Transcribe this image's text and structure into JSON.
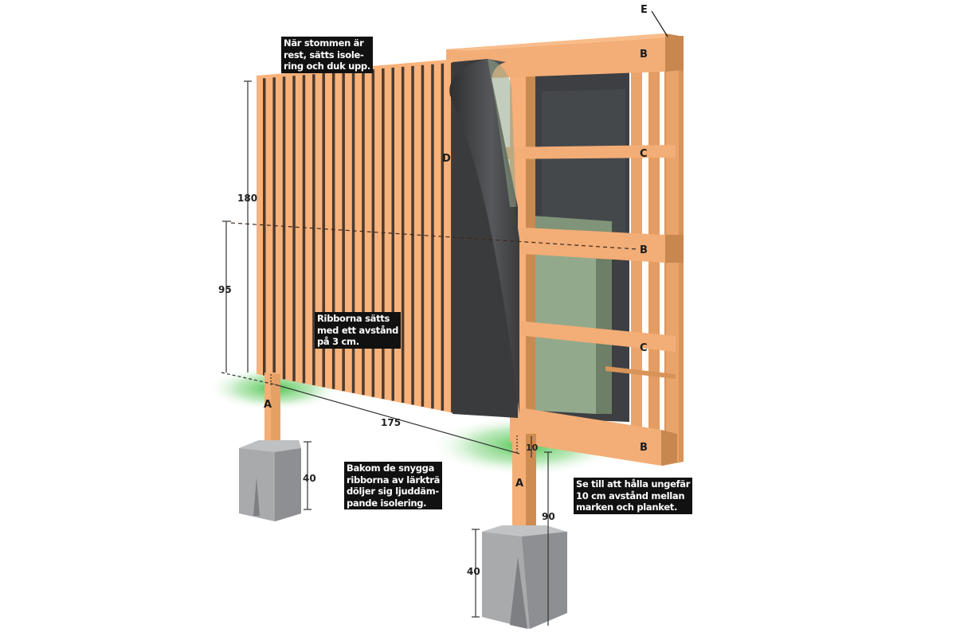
{
  "title": "Plank med ljuddämpande isolering – konstruktionsskiss",
  "colors": {
    "wood_light": "#f9b27a",
    "wood_mid": "#e9a46b",
    "wood_dark": "#b87a45",
    "slat_gap": "#4a3b30",
    "membrane": "#3a3b3d",
    "insulation": "#8fa488",
    "insulation_dark": "#6d7f66",
    "concrete": "#a9aaac",
    "concrete_dark": "#8e8f92",
    "ground_glow": "#3fbf3f",
    "callout_bg": "#111111",
    "callout_text": "#ffffff"
  },
  "parts": {
    "A": "A",
    "B": "B",
    "C": "C",
    "D": "D",
    "E": "E"
  },
  "dimensions": {
    "height_total": "180",
    "height_mid": "95",
    "span": "175",
    "foundation_left": "40",
    "foundation_right": "40",
    "post_below": "90",
    "ground_gap": "10"
  },
  "callouts": {
    "frame": "När stommen är\nrest, sätts isole-\nring och duk upp.",
    "slats": "Ribborna sätts\nmed ett avstånd\npå 3 cm.",
    "behind": "Bakom de snygga\nribborna av lärkträ\ndöljer sig ljuddäm-\npande isolering.",
    "gap": "Se till att hålla ungefär\n10 cm avstånd mellan\nmarken och planket."
  },
  "slat_spacing_cm": 3
}
